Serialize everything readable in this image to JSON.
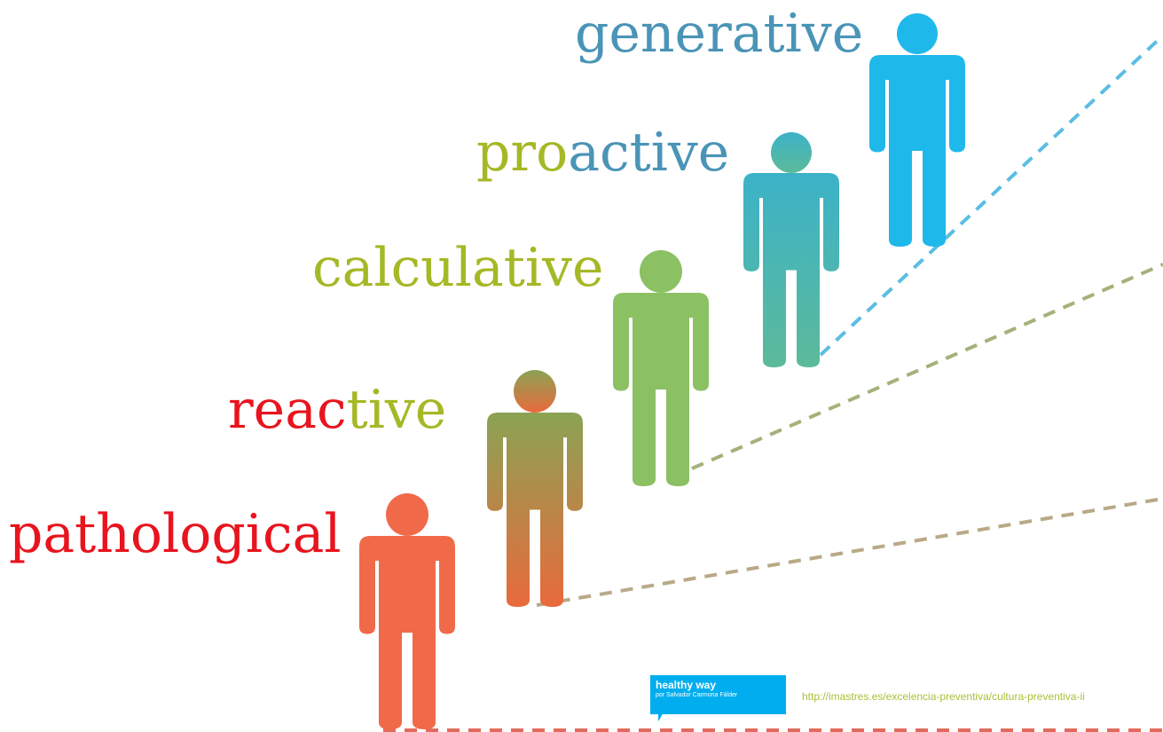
{
  "levels": [
    {
      "id": "generative",
      "parts": [
        {
          "text": "generative",
          "color": "#4a94b7"
        }
      ],
      "figure_color_top": "#1fb8ea",
      "figure_color_bottom": "#1fb8ea",
      "line_color": "#5bbde3"
    },
    {
      "id": "proactive",
      "parts": [
        {
          "text": "pro",
          "color": "#a5b826"
        },
        {
          "text": "active",
          "color": "#4a94b7"
        }
      ],
      "figure_color_top": "#3cb2c8",
      "figure_color_bottom": "#5cba9a",
      "line_color": "#5bbde3"
    },
    {
      "id": "calculative",
      "parts": [
        {
          "text": "calculative",
          "color": "#a5b826"
        }
      ],
      "figure_color_top": "#8bc063",
      "figure_color_bottom": "#8bc063",
      "line_color": "#a3b27a"
    },
    {
      "id": "reactive",
      "parts": [
        {
          "text": "reac",
          "color": "#e8141e"
        },
        {
          "text": "tive",
          "color": "#a5b826"
        }
      ],
      "figure_color_top": "#8aa354",
      "figure_color_bottom": "#e96a3c",
      "line_color": "#b9a987"
    },
    {
      "id": "pathological",
      "parts": [
        {
          "text": "pathological",
          "color": "#e8141e"
        }
      ],
      "figure_color_top": "#f06a4a",
      "figure_color_bottom": "#f06a4a",
      "line_color": "#e36a5c"
    }
  ],
  "badge": {
    "title": "healthy way",
    "subtitle": "por Salvador Carmona Fálder",
    "color": "#00aeef"
  },
  "url_text": "http://imastres.es/excelencia-preventiva/cultura-preventiva-ii"
}
